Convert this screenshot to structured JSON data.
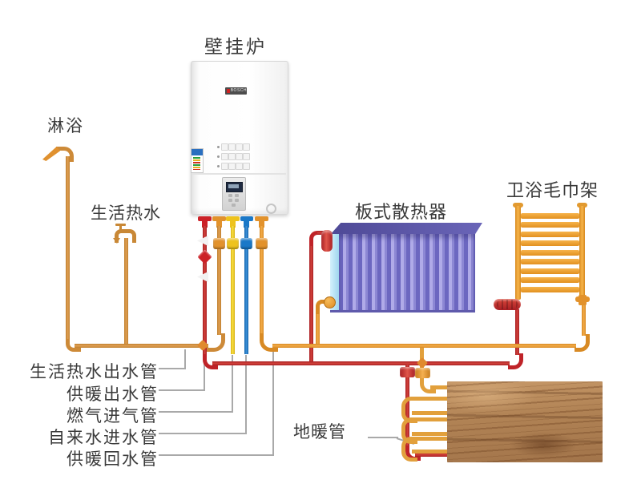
{
  "title": "壁挂炉",
  "fixtures": {
    "shower": "淋浴",
    "hot_water": "生活热水",
    "radiator": "板式散热器",
    "towel_rack": "卫浴毛巾架",
    "floor_pipe": "地暖管"
  },
  "pipe_labels": [
    "生活热水出水管",
    "供暖出水管",
    "燃气进气管",
    "自来水进水管",
    "供暖回水管"
  ],
  "boiler": {
    "logo": "BOSCH"
  },
  "colors": {
    "heating_supply": "#bf2328",
    "dhw_outlet": "#d6913c",
    "heating_return": "#e2973a",
    "gas_inlet": "#eec31d",
    "cold_water_inlet": "#2176c4",
    "radiator_body": "#a8a3e2",
    "towel_rack": "#efa43a",
    "wood_floor": "#b08254"
  }
}
